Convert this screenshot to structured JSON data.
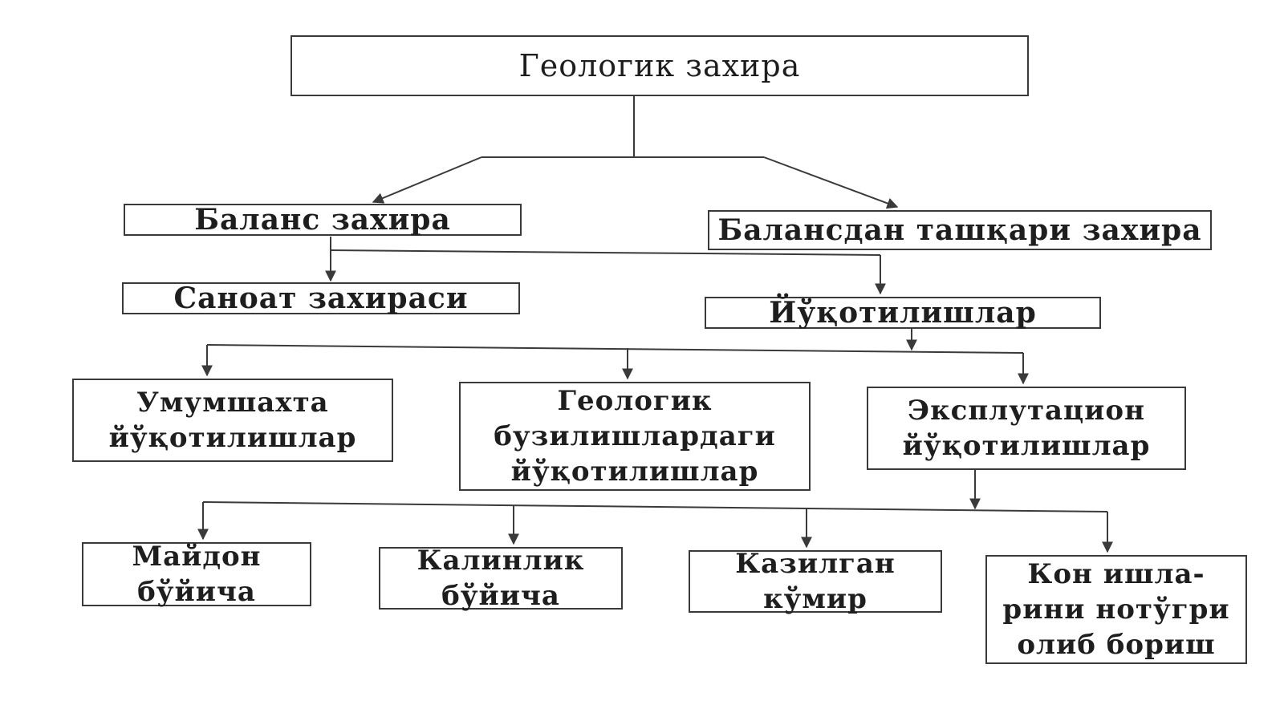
{
  "diagram": {
    "nodes": {
      "root": "Геологик захира",
      "balance": "Баланс захира",
      "off_balance": "Балансдан ташқари захира",
      "industrial": "Саноат захираси",
      "losses": "Йўқотилишлар",
      "general_losses": "Умумшахта\nйўқотилишлар",
      "geological_losses": "Геологик\nбузилишлардаги\nйўқотилишлар",
      "operational_losses": "Эксплутацион\nйўқотилишлар",
      "by_field": "Майдон\nбўйича",
      "by_thickness": "Калинлик\nбўйича",
      "mined_coal": "Казилган\nкўмир",
      "improper_mining": "Кон ишла-\nрини нотўгри\nолиб бориш"
    }
  }
}
